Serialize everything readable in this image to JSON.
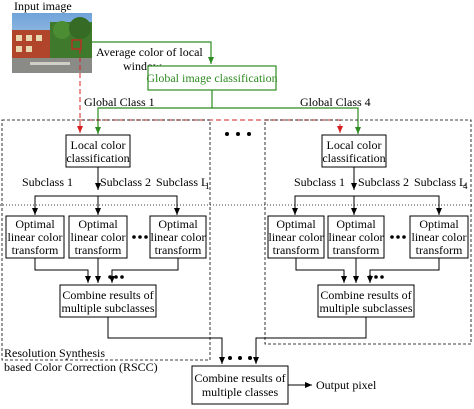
{
  "input_image_label": "Input image",
  "avg_color_label": [
    "Average color of local",
    "window"
  ],
  "global_classification": "Global image classification",
  "global_class_1": "Global Class 1",
  "global_class_4": "Global Class 4",
  "local_classification": [
    "Local color",
    "classification"
  ],
  "subclass_1": "Subclass 1",
  "subclass_2": "Subclass 2",
  "subclass_L": "Subclass L",
  "subclass_L_sub_1": "1",
  "subclass_L_sub_4": "4",
  "transform_box": [
    "Optimal",
    "linear color",
    "transform"
  ],
  "combine_subclasses": [
    "Combine results of",
    "multiple subclasses"
  ],
  "combine_classes": [
    "Combine results of",
    "multiple classes"
  ],
  "rscc_label": [
    "Resolution Synthesis",
    "based Color Correction (RSCC)"
  ],
  "output_label": "Output pixel",
  "colors": {
    "green": "#2e8b22",
    "red": "#d42020",
    "black": "#000000"
  }
}
